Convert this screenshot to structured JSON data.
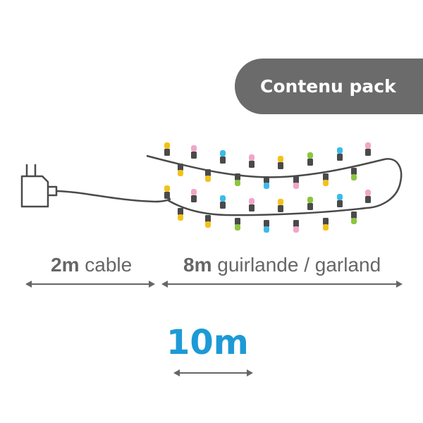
{
  "badge": {
    "label": "Contenu pack"
  },
  "segments": [
    {
      "amount": "2m",
      "text": " cable"
    },
    {
      "amount": "8m",
      "text": " guirlande / garland"
    }
  ],
  "total": "10m",
  "colors": {
    "badge_bg": "#6b6b6b",
    "text": "#666666",
    "accent": "#1d9ad6",
    "wire": "#4a4a4a",
    "bulbs": [
      "#f2c218",
      "#3bbbe8",
      "#8cc63f",
      "#f0a6c8"
    ]
  },
  "icons": [
    "power-adapter-icon",
    "light-bulb-icon",
    "double-arrow-icon"
  ]
}
